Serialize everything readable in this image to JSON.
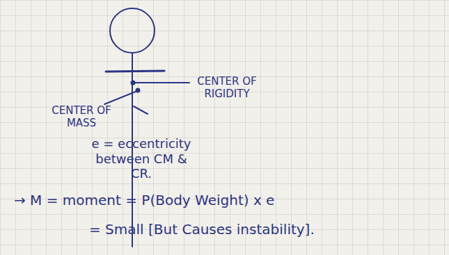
{
  "diagram": {
    "labels": [
      "CENTER OF RIGIDITY",
      "CENTER OF MASS",
      "e = eccentricity between CM & CR.",
      "→ M = moment = P(Body Weight) x e",
      "= Small [But Causes instability]."
    ]
  }
}
